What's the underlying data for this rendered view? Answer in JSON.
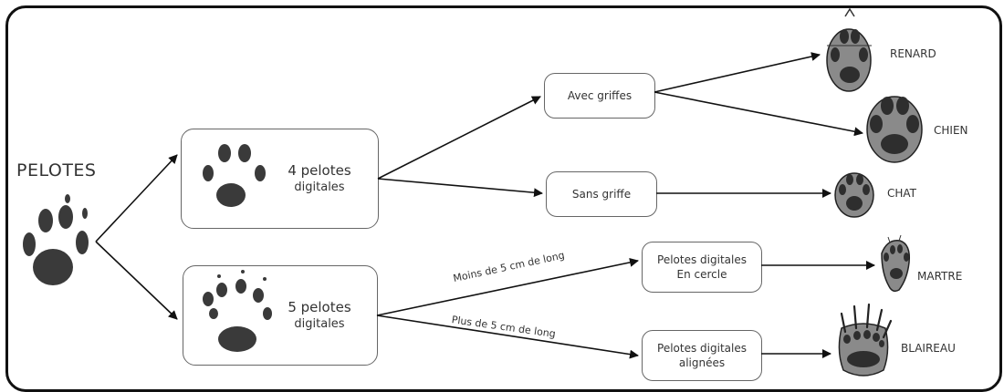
{
  "root": {
    "title": "PELOTES"
  },
  "level1": {
    "four": {
      "line1": "4 pelotes",
      "line2": "digitales"
    },
    "five": {
      "line1": "5 pelotes",
      "line2": "digitales"
    }
  },
  "level2": {
    "avec": "Avec griffes",
    "sans": "Sans griffe",
    "cercle": {
      "line1": "Pelotes digitales",
      "line2": "En cercle"
    },
    "alignees": {
      "line1": "Pelotes digitales",
      "line2": "alignées"
    }
  },
  "edge_labels": {
    "moins": "Moins de 5 cm de long",
    "plus": "Plus de 5 cm de long"
  },
  "animals": {
    "renard": "RENARD",
    "chien": "CHIEN",
    "chat": "CHAT",
    "martre": "MARTRE",
    "blaireau": "BLAIREAU"
  },
  "colors": {
    "pad": "#3a3a3a",
    "print_fill": "#8a8a8a",
    "stroke": "#222222"
  }
}
